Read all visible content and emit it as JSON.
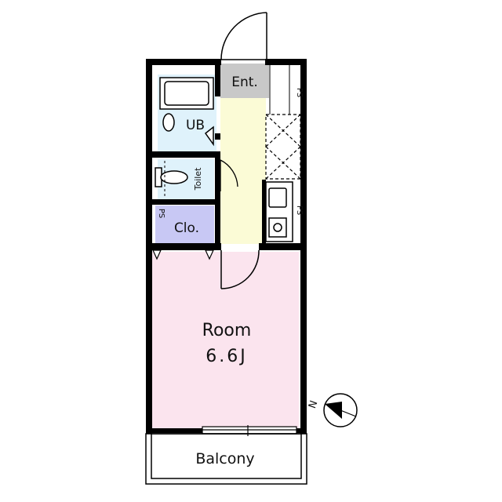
{
  "floorplan": {
    "rooms": {
      "entrance": {
        "label": "Ent."
      },
      "unit_bath": {
        "label": "UB"
      },
      "toilet": {
        "label": "Toilet"
      },
      "closet": {
        "label": "Clo."
      },
      "main_room": {
        "label_line1": "Room",
        "label_line2": "6.6J"
      },
      "balcony": {
        "label": "Balcony"
      }
    },
    "pipe_spaces": [
      {
        "label": "PS"
      },
      {
        "label": "PS"
      },
      {
        "label": "PS"
      }
    ],
    "compass": {
      "label": "N"
    },
    "colors": {
      "wall": "#000000",
      "entrance": "#c8c8c8",
      "bath": "#dff2fb",
      "corridor": "#fbfbd6",
      "closet": "#c8c8f4",
      "room": "#fbe4ee",
      "fixture": "#ffffff"
    }
  }
}
